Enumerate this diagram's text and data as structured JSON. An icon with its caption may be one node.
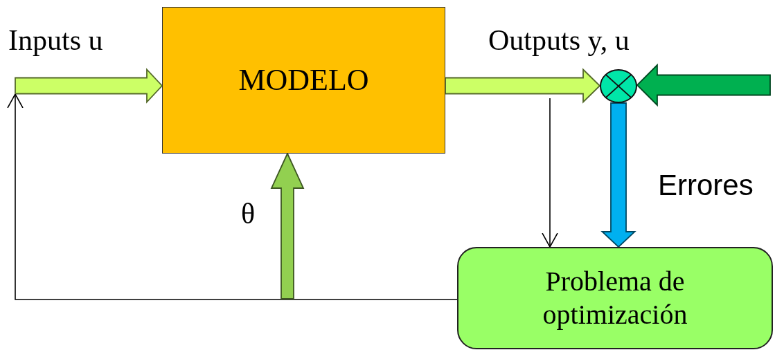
{
  "diagram": {
    "nodes": [
      {
        "text": [
          "MODELO"
        ]
      },
      {
        "text": [
          "Problema de optimización"
        ]
      },
      {
        "text": [],
        "shape": "circle"
      }
    ],
    "edges": [
      {
        "from": null,
        "to": 0,
        "arrow": "to",
        "style": "thick",
        "color": "#ccff66"
      },
      {
        "from": 0,
        "to": 2,
        "arrow": "to",
        "style": "thick",
        "color": "#ccff66"
      },
      {
        "from": null,
        "to": 2,
        "arrow": "to",
        "style": "thick",
        "color": "#00b050"
      },
      {
        "from": 2,
        "to": 1,
        "arrow": "to",
        "style": "thick",
        "color": "#00b0f0"
      },
      {
        "from": null,
        "to": 1,
        "arrow": "to"
      },
      {
        "from": 1,
        "to": null,
        "arrow": "to"
      },
      {
        "from": null,
        "to": 0,
        "arrow": "to",
        "style": "thick",
        "color": "#92d050"
      }
    ],
    "labels": [
      "Inputs u",
      "Outputs y, u",
      "θ",
      "Errores"
    ]
  }
}
